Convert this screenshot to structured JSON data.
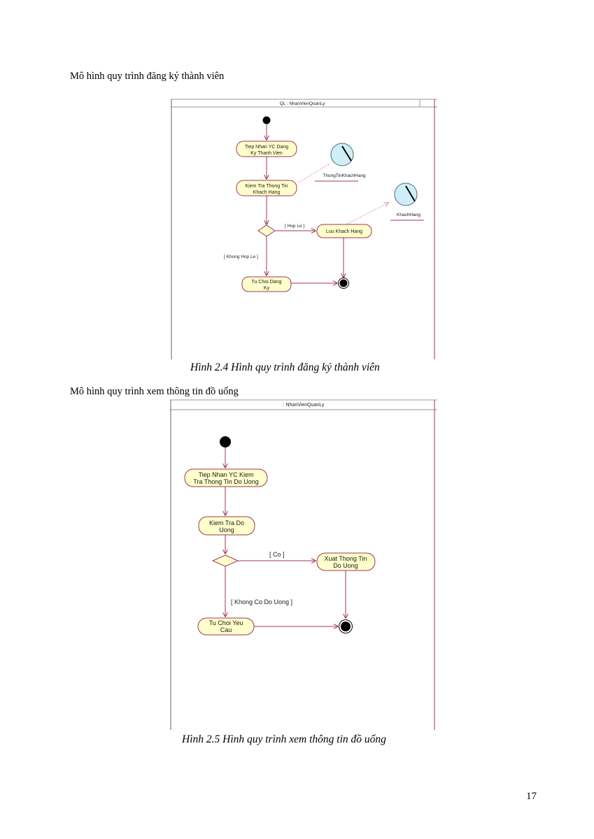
{
  "heading1": "Mô hình quy trình đăng ký thành viên",
  "diagram1": {
    "swimlane": "QL : NhanVienQuanLy",
    "activities": {
      "a1": [
        "Tiep Nhan YC Dang",
        "Ky Thanh Vien"
      ],
      "a2": [
        "Kiem Tra Thong Tin",
        "Khach Hang"
      ],
      "a3": [
        "Luu Khach Hang"
      ],
      "a4": [
        "Tu Choi Dang",
        "Ky"
      ]
    },
    "objects": [
      "ThongTinKhachHang",
      "KhachHang"
    ],
    "guards": {
      "yes": "[ Hop Le ]",
      "no": "[ Khong Hop Le ]"
    }
  },
  "caption1": "Hình 2.4 Hình quy trình đăng ký thành viên",
  "heading2": "Mô hình quy trình xem thông tin đồ uống",
  "diagram2": {
    "swimlane": ": NhanVienQuanLy",
    "activities": {
      "b1": [
        "Tiep Nhan YC Kiem",
        "Tra Thong Tin Do Uong"
      ],
      "b2": [
        "Kiem Tra Do",
        "Uong"
      ],
      "b3": [
        "Xuat Thong Tin",
        "Do Uong"
      ],
      "b4": [
        "Tu Choi Yeu",
        "Cau"
      ]
    },
    "guards": {
      "yes": "[ Co ]",
      "no": "[ Khong Co Do Uong ]"
    }
  },
  "caption2": "Hình 2.5 Hình quy trình xem thông tin đồ uống",
  "page_number": "17"
}
